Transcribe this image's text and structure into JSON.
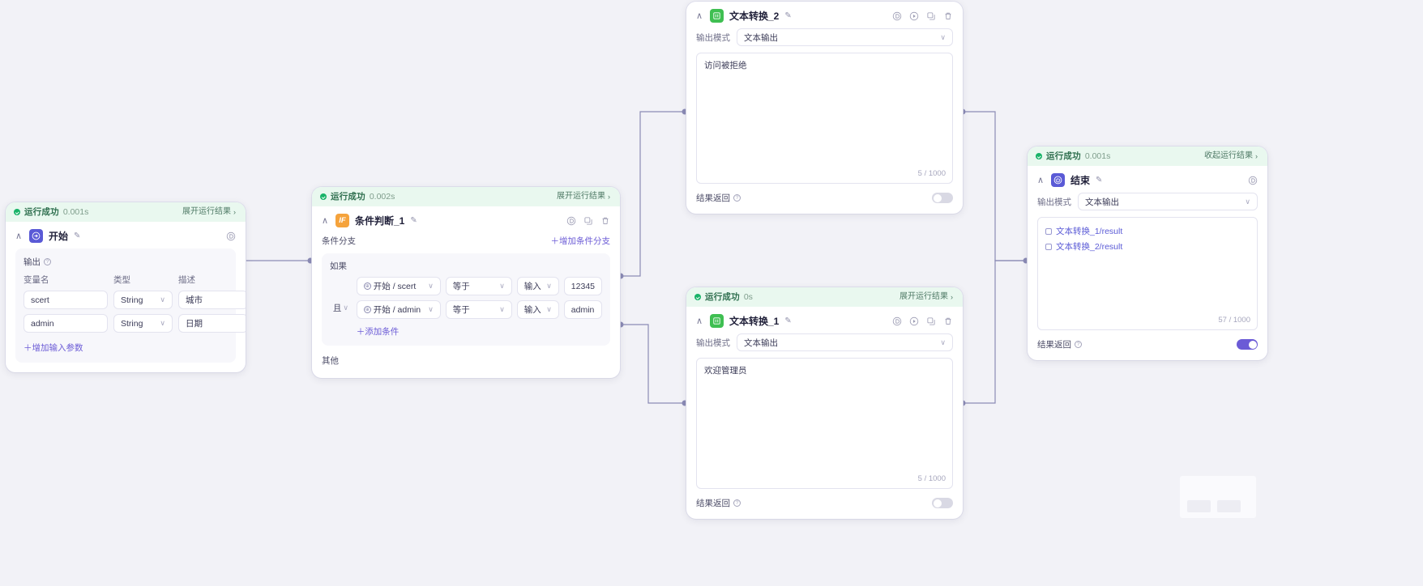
{
  "canvas": {
    "background": "#f2f2f7"
  },
  "icons": {
    "collapse": "∧",
    "chevron_down": "∨",
    "chevron_right": "›",
    "pencil": "✎",
    "plus": "＋",
    "question": "?",
    "ref": "⊕"
  },
  "nodes": {
    "start": {
      "status": {
        "text": "运行成功",
        "time": "0.001s",
        "expand": "展开运行结果"
      },
      "title": "开始",
      "output_label": "输出",
      "columns": [
        "变量名",
        "类型",
        "描述"
      ],
      "rows": [
        {
          "name": "scert",
          "type": "String",
          "desc": "城市"
        },
        {
          "name": "admin",
          "type": "String",
          "desc": "日期"
        }
      ],
      "add_label": "增加输入参数"
    },
    "condition": {
      "status": {
        "text": "运行成功",
        "time": "0.002s",
        "expand": "展开运行结果"
      },
      "title": "条件判断_1",
      "icon_text": "IF",
      "branch_label": "条件分支",
      "add_branch": "增加条件分支",
      "if_label": "如果",
      "and_label": "且",
      "rows": [
        {
          "ref": "开始 / scert",
          "op": "等于",
          "kind": "输入",
          "value": "12345"
        },
        {
          "ref": "开始 / admin",
          "op": "等于",
          "kind": "输入",
          "value": "admin"
        }
      ],
      "add_condition": "添加条件",
      "other_label": "其他"
    },
    "text2": {
      "title": "文本转换_2",
      "mode_label": "输出模式",
      "mode_value": "文本输出",
      "content": "访问被拒绝",
      "counter": "5 / 1000",
      "return_label": "结果返回",
      "toggle_on": false
    },
    "text1": {
      "status": {
        "text": "运行成功",
        "time": "0s",
        "expand": "展开运行结果"
      },
      "title": "文本转换_1",
      "mode_label": "输出模式",
      "mode_value": "文本输出",
      "content": "欢迎管理员",
      "counter": "5 / 1000",
      "return_label": "结果返回",
      "toggle_on": false
    },
    "end": {
      "status": {
        "text": "运行成功",
        "time": "0.001s",
        "collapse": "收起运行结果"
      },
      "title": "结束",
      "mode_label": "输出模式",
      "mode_value": "文本输出",
      "refs": [
        "文本转换_1/result",
        "文本转换_2/result"
      ],
      "counter": "57 / 1000",
      "return_label": "结果返回",
      "toggle_on": true
    }
  },
  "colors": {
    "accent": "#6b5bd6",
    "success": "#18b368",
    "status_bg": "#e9f8ef",
    "edge": "#8b8bb5"
  }
}
